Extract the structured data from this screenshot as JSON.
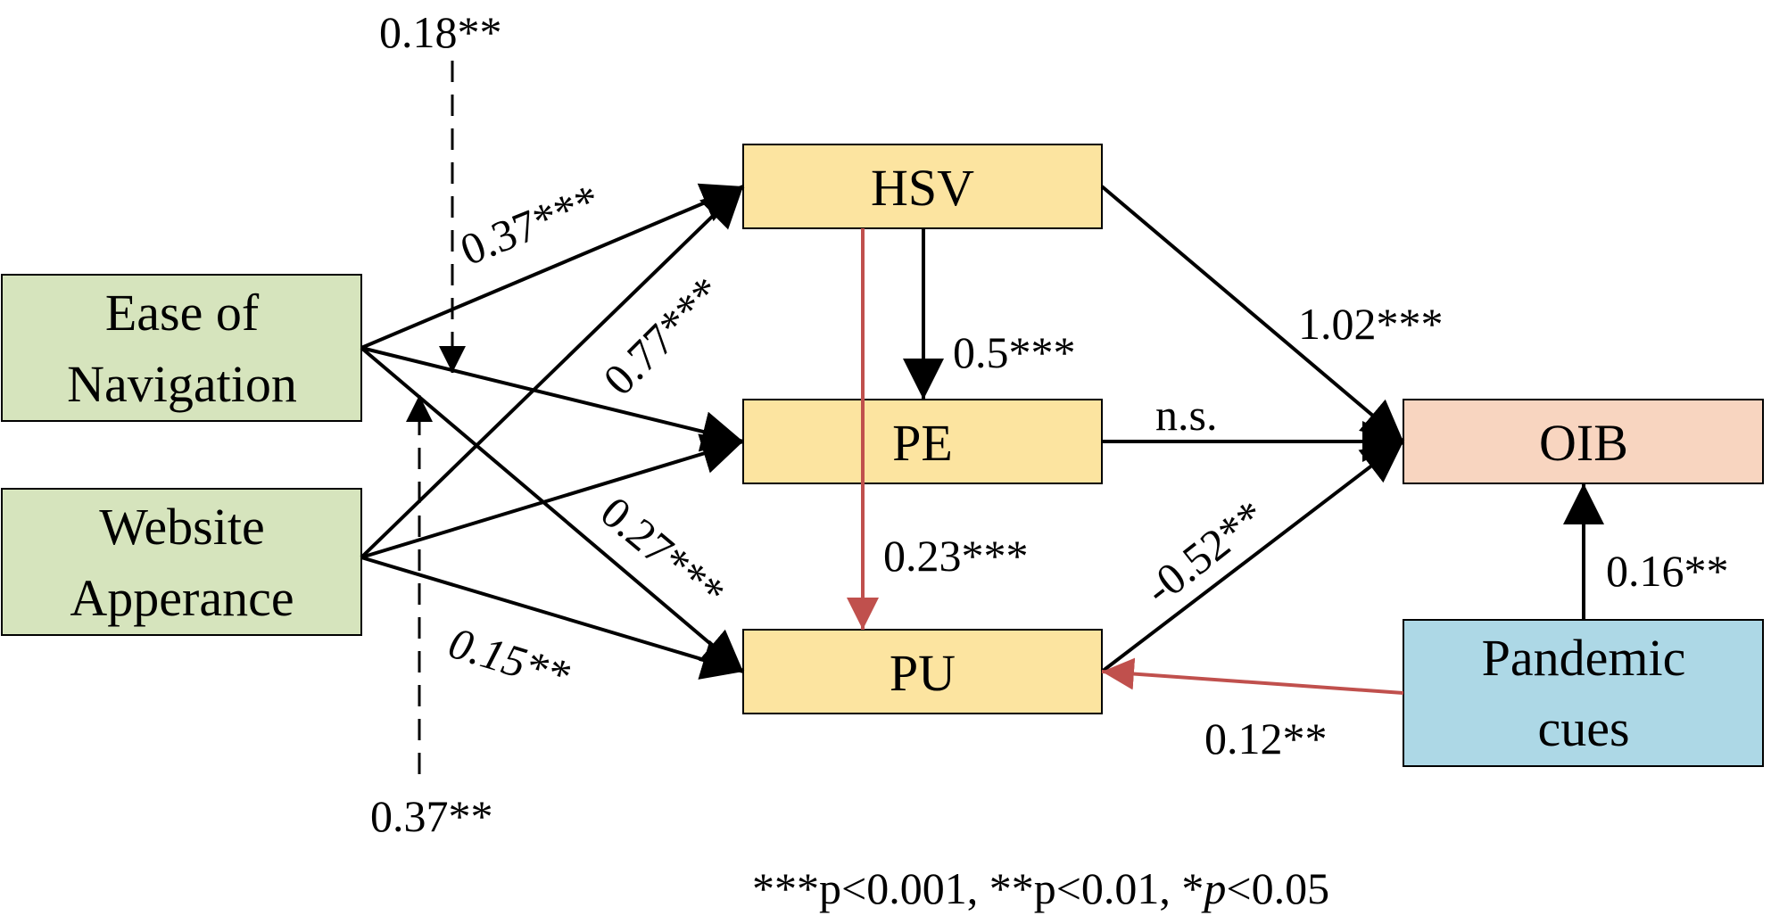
{
  "colors": {
    "green_box": "#d6e4bd",
    "yellow_box": "#fce4a0",
    "orange_box": "#f8d5c0",
    "blue_box": "#add8e6",
    "red_arrow": "#c0504d",
    "black": "#000000"
  },
  "nodes": {
    "ease_line1": "Ease of",
    "ease_line2": "Navigation",
    "website_line1": "Website",
    "website_line2": "Apperance",
    "hsv": "HSV",
    "pe": "PE",
    "pu": "PU",
    "oib": "OIB",
    "pandemic_line1": "Pandemic",
    "pandemic_line2": "cues"
  },
  "edges": {
    "ease_hsv": "0.37***",
    "web_hsv": "0.77***",
    "ease_pu": "0.27***",
    "web_pu": "0.15**",
    "hsv_pe": "0.5***",
    "hsv_pu": "0.23***",
    "hsv_oib": "1.02***",
    "pe_oib": "n.s.",
    "pu_oib": "-0.52**",
    "pandemic_pu": "0.12**",
    "pandemic_oib": "0.16**",
    "moderator_top": "0.18**",
    "moderator_bottom": "0.37**"
  },
  "legend": {
    "part1": "***p<0.001, **p<0.01, *",
    "part2": "p",
    "part3": "<0.05"
  }
}
